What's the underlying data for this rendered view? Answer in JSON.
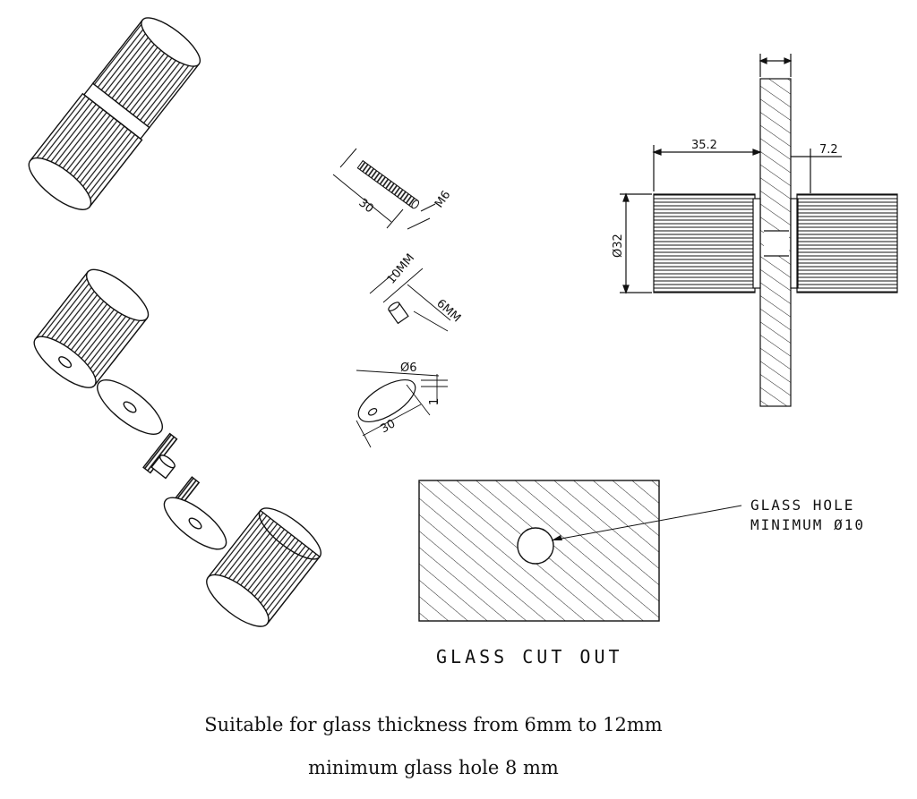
{
  "dimensions": {
    "screw_length": "30",
    "screw_thread": "M6",
    "spacer_length": "10MM",
    "spacer_diameter": "6MM",
    "washer_hole": "Ø6",
    "washer_diameter": "30",
    "washer_thickness": "1",
    "knob_depth": "35.2",
    "washer_offset": "7.2",
    "knob_diameter": "Ø32"
  },
  "cutout": {
    "hole_label_line1": "GLASS HOLE",
    "hole_label_line2": "MINIMUM Ø10",
    "title": "GLASS CUT OUT"
  },
  "captions": {
    "line1": "Suitable for glass thickness from 6mm to 12mm",
    "line2": "minimum glass hole 8 mm"
  }
}
